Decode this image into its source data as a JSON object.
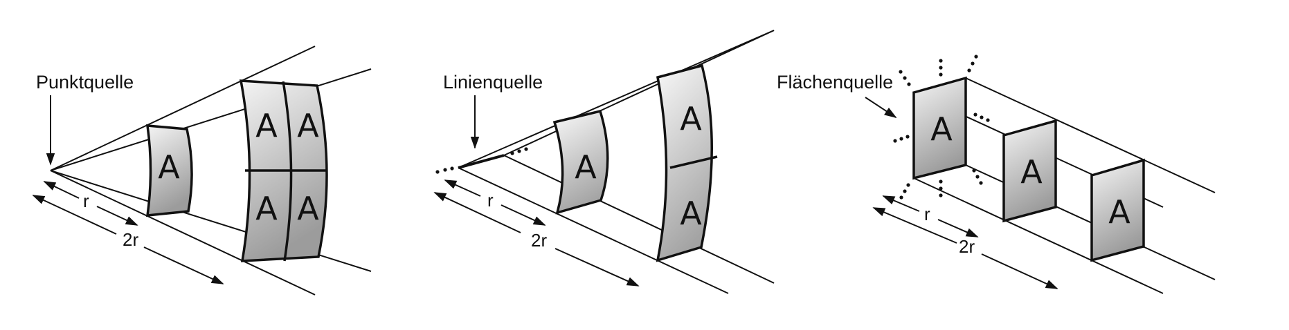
{
  "panels": [
    {
      "id": "point",
      "source_label": "Punktquelle",
      "r_label": "r",
      "two_r_label": "2r"
    },
    {
      "id": "line",
      "source_label": "Linienquelle",
      "r_label": "r",
      "two_r_label": "2r"
    },
    {
      "id": "area",
      "source_label": "Flächenquelle",
      "r_label": "r",
      "two_r_label": "2r"
    }
  ],
  "area_letter": "A",
  "colors": {
    "stroke": "#111111",
    "shade_light": "#f4f4f4",
    "shade_dark": "#9c9c9c"
  }
}
